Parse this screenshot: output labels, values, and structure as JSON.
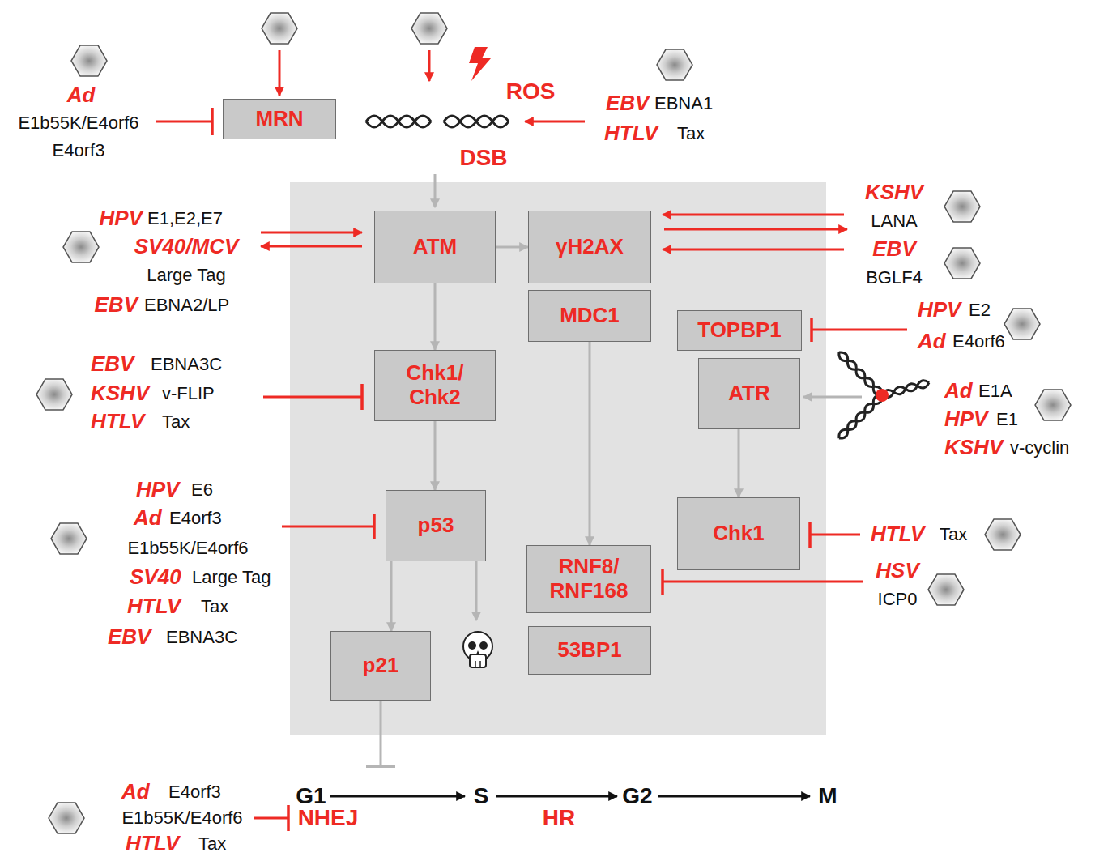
{
  "diagram": {
    "nodes": [
      {
        "text": [
          "MRN"
        ]
      },
      {
        "text": [
          "ATM"
        ]
      },
      {
        "text": [
          "γH2AX"
        ]
      },
      {
        "text": [
          "MDC1"
        ]
      },
      {
        "text": [
          "TOPBP1"
        ]
      },
      {
        "text": [
          "Chk1/ Chk2"
        ]
      },
      {
        "text": [
          "ATR"
        ]
      },
      {
        "text": [
          "p53"
        ]
      },
      {
        "text": [
          "Chk1"
        ]
      },
      {
        "text": [
          "RNF8/ RNF168"
        ]
      },
      {
        "text": [
          "53BP1"
        ]
      },
      {
        "text": [
          "p21"
        ]
      }
    ],
    "edges": [
      {
        "from": 1,
        "to": 2,
        "arrow": "to"
      },
      {
        "from": 1,
        "to": 5,
        "arrow": "to"
      },
      {
        "from": 3,
        "to": 9,
        "arrow": "to"
      },
      {
        "from": 6,
        "to": 8,
        "arrow": "to"
      },
      {
        "from": 5,
        "to": 7,
        "arrow": "to"
      },
      {
        "from": 7,
        "to": 11,
        "arrow": "to"
      }
    ],
    "labels": [
      "Ad",
      "E1b55K/E4orf6",
      "E4orf3",
      "ROS",
      "EBV",
      "EBNA1",
      "HTLV",
      "Tax",
      "DSB",
      "HPV",
      "E1,E2,E7",
      "SV40/MCV",
      "Large Tag",
      "EBV",
      "EBNA2/LP",
      "KSHV",
      "LANA",
      "EBV",
      "BGLF4",
      "HPV",
      "E2",
      "Ad",
      "E4orf6",
      "EBV",
      "EBNA3C",
      "KSHV",
      "v-FLIP",
      "HTLV",
      "Tax",
      "Ad",
      "E1A",
      "HPV",
      "E1",
      "KSHV",
      "v-cyclin",
      "HPV",
      "E6",
      "Ad",
      "E4orf3",
      "E1b55K/E4orf6",
      "SV40",
      "Large Tag",
      "HTLV",
      "Tax",
      "EBV",
      "EBNA3C",
      "HTLV",
      "Tax",
      "HSV",
      "ICP0",
      "G1",
      "S",
      "G2",
      "M",
      "Ad",
      "E4orf3",
      "E1b55K/E4orf6",
      "HTLV",
      "Tax",
      "NHEJ",
      "HR"
    ]
  }
}
